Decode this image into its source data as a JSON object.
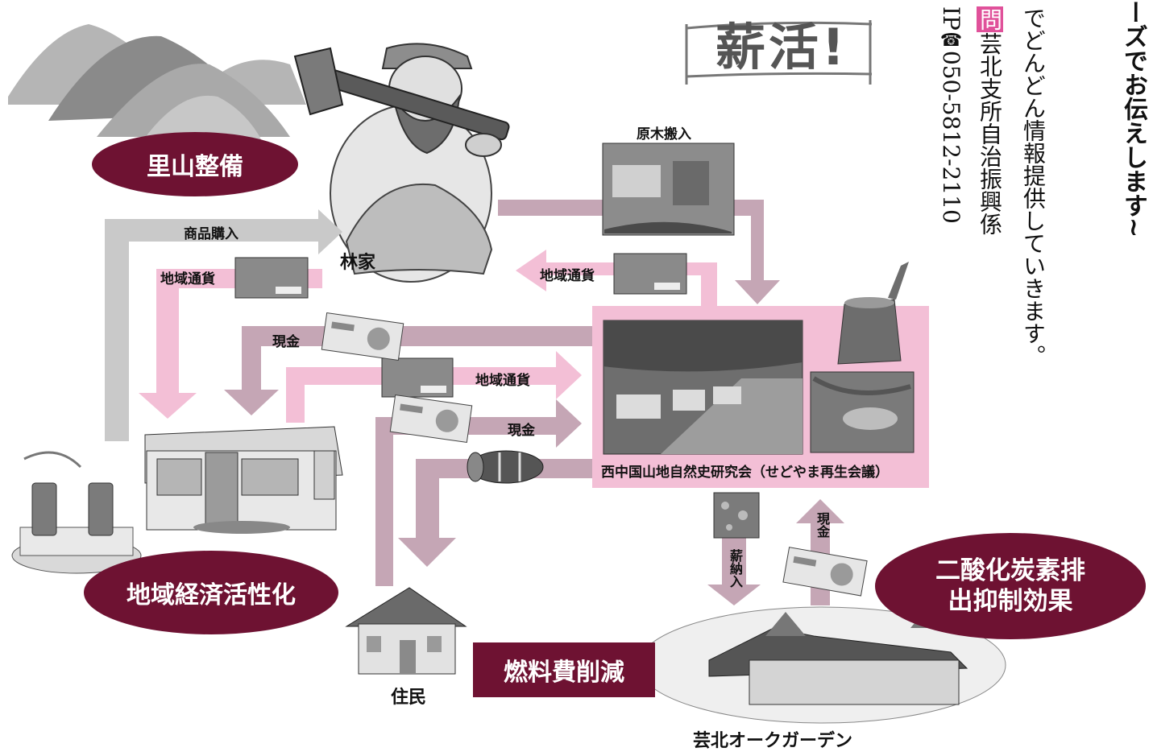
{
  "logo": "薪活!",
  "info": {
    "header_fragment": "ーズでお伝えします~",
    "line1": "でどんどん情報提供していきます。",
    "contact_icon": "問",
    "contact_office": "芸北支所自治振興係",
    "phone_prefix": "IP",
    "phone_icon": "phone-icon",
    "phone_number": "050-5812-2110"
  },
  "nodes": {
    "forester": "林家",
    "residents": "住民",
    "organization": "西中国山地自然史研究会（せどやま再生会議）",
    "facility": "芸北オークガーデン"
  },
  "flows": {
    "log_delivery": "原木搬入",
    "product_purchase": "商品購入",
    "local_currency_1": "地域通貨",
    "local_currency_2": "地域通貨",
    "local_currency_3": "地域通貨",
    "cash_1": "現金",
    "cash_2": "現金",
    "cash_3": "現金",
    "firewood_delivery": "薪納入"
  },
  "benefits": {
    "satoyama": "里山整備",
    "regional_economy": "地域経済活性化",
    "fuel_cost": "燃料費削減",
    "co2_line1": "二酸化炭素排",
    "co2_line2": "出抑制効果"
  },
  "colors": {
    "maroon": "#6e1232",
    "pink": "#f3bfd6",
    "mauve": "#c5a6b5",
    "gray": "#c9c9c9"
  }
}
